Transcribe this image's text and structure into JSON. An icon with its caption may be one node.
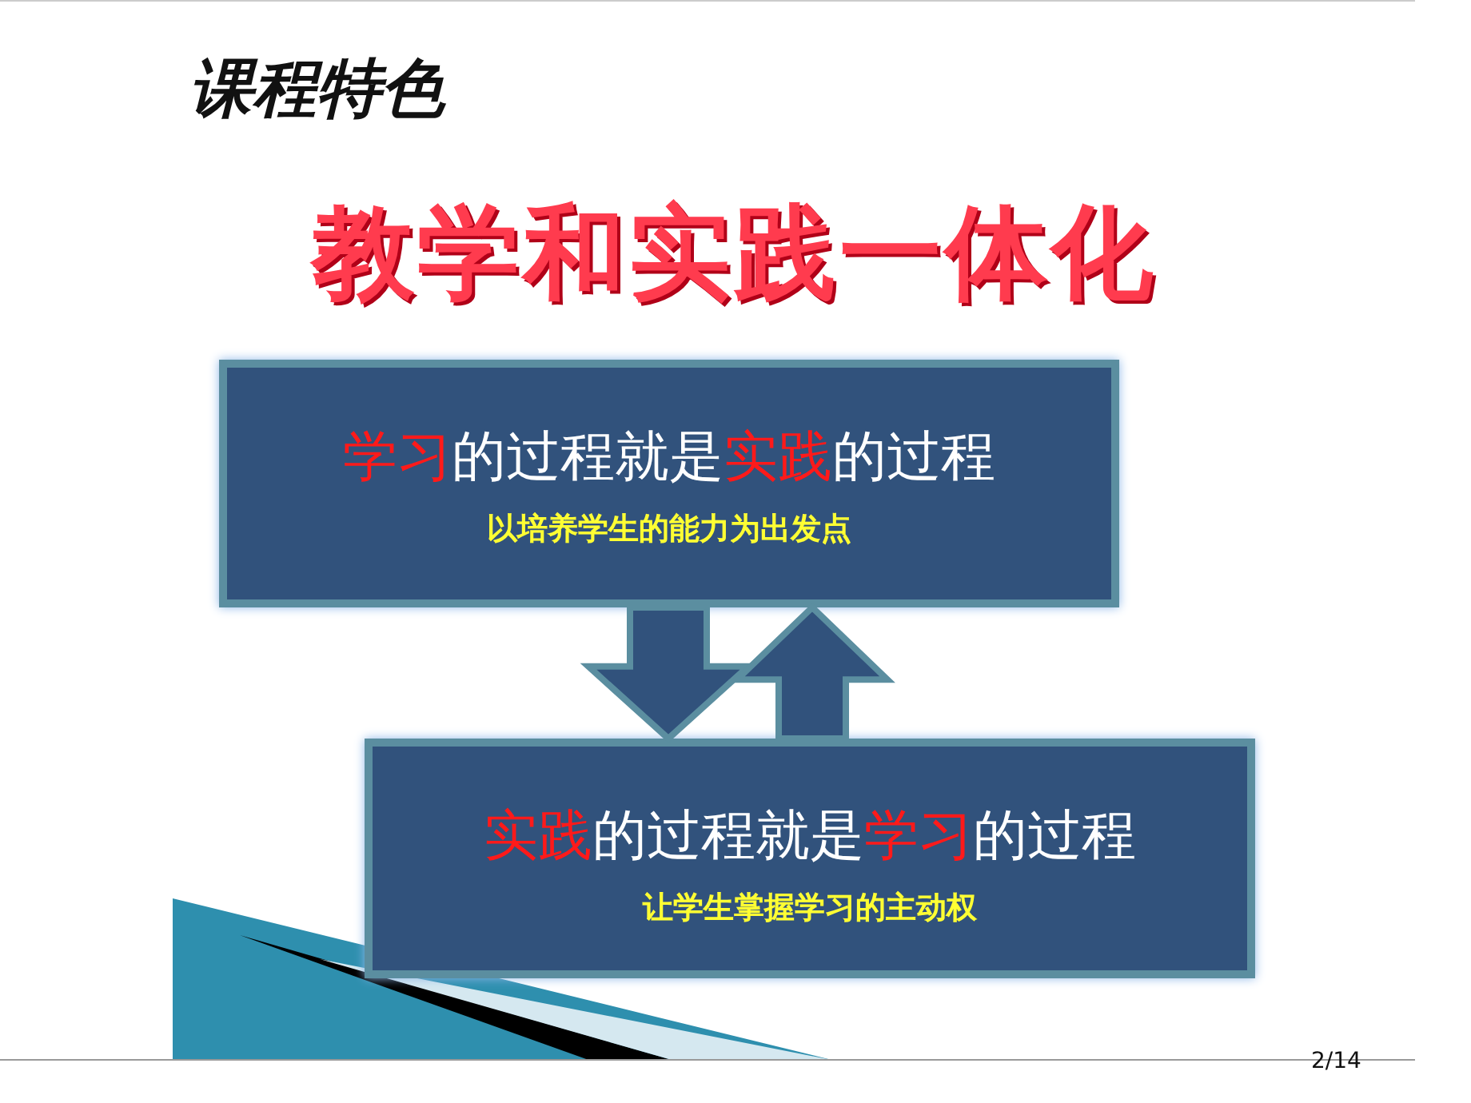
{
  "diagram": {
    "title": "课程特色",
    "nodes": [
      {
        "text": [
          "**学习**的过程就是**实践**的过程",
          "以培养学生的能力为出发点"
        ]
      },
      {
        "text": [
          "**实践**的过程就是**学习**的过程",
          "让学生掌握学习的主动权"
        ]
      }
    ],
    "edges": [
      {
        "from": 0,
        "to": 1,
        "arrow": "to",
        "style": "thick"
      },
      {
        "from": 1,
        "to": 0,
        "arrow": "to",
        "style": "thick"
      }
    ],
    "labels": [
      "教学和实践一体化",
      "2/14"
    ]
  }
}
